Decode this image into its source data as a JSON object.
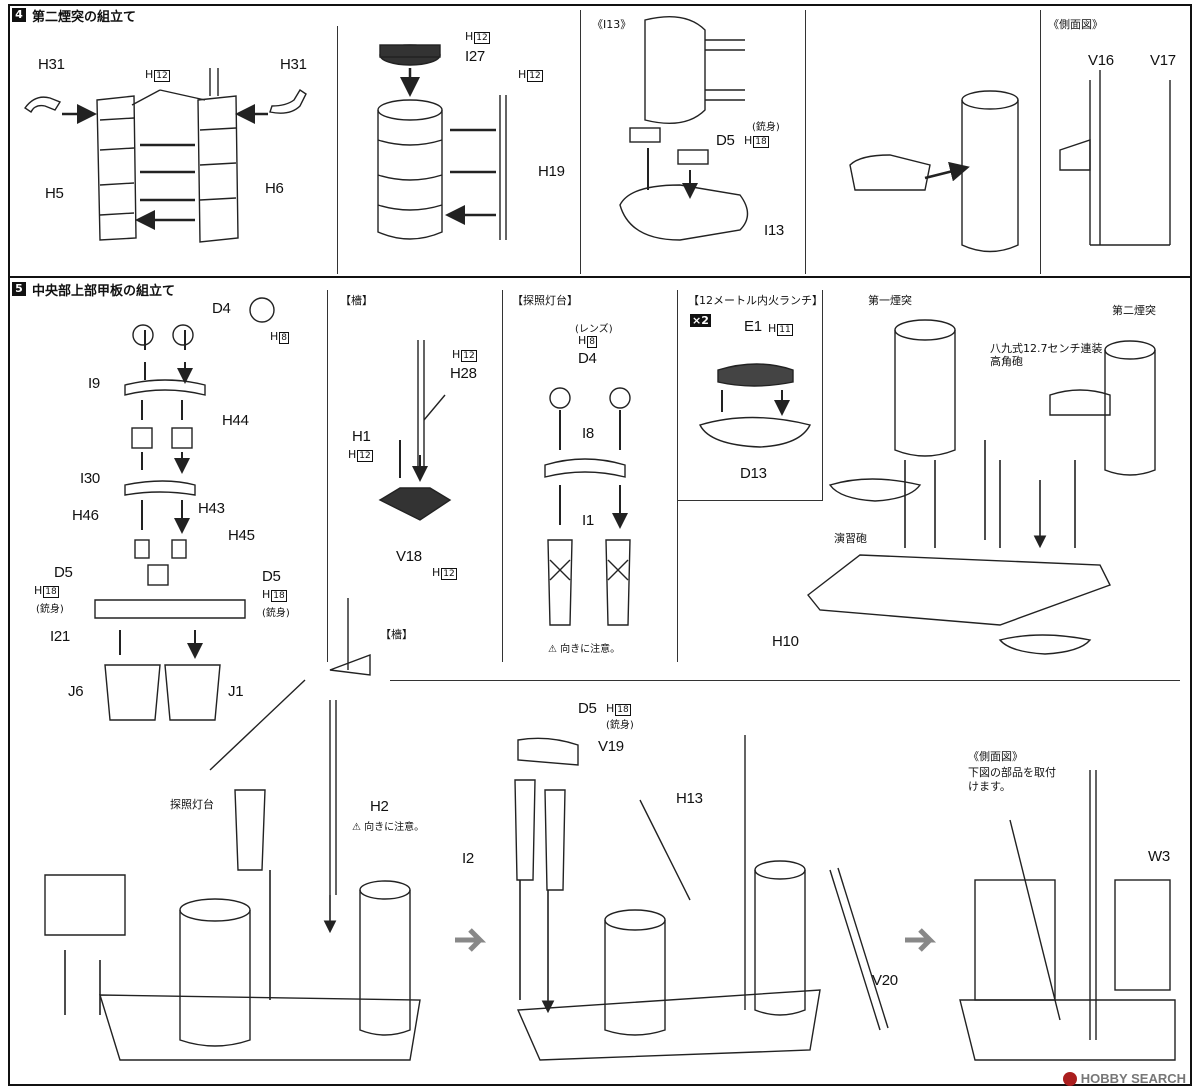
{
  "step4": {
    "number": "4",
    "title": "第二煙突の組立て",
    "labels": {
      "h31_left": "H31",
      "h31_right": "H31",
      "h12_a": "12",
      "h5": "H5",
      "h6": "H6",
      "h12_b": "12",
      "i27": "I27",
      "h12_c": "12",
      "h19": "H19",
      "i13_note": "《I13》",
      "d5": "D5",
      "gun_barrel": "(銃身)",
      "h18": "18",
      "i13": "I13",
      "side_view": "《側面図》",
      "v16": "V16",
      "v17": "V17"
    }
  },
  "step5": {
    "number": "5",
    "title": "中央部上部甲板の組立て",
    "labels": {
      "d4": "D4",
      "h8": "8",
      "i9": "I9",
      "h44": "H44",
      "i30": "I30",
      "h46": "H46",
      "h43": "H43",
      "h45": "H45",
      "d5_l": "D5",
      "d5_r": "D5",
      "h18_l": "18",
      "h18_r": "18",
      "barrel_l": "(銃身)",
      "barrel_r": "(銃身)",
      "i21": "I21",
      "j6": "J6",
      "j1": "J1",
      "mast_title": "【檣】",
      "h12_m": "12",
      "h28": "H28",
      "h1": "H1",
      "h12_h1": "12",
      "v18": "V18",
      "h12_v18": "12",
      "searchlight_title": "【探照灯台】",
      "lens": "(レンズ)",
      "h8_sl": "8",
      "d4_sl": "D4",
      "i8": "I8",
      "i1": "I1",
      "caution_sl": "向きに注意。",
      "launch_title": "【12メートル内火ランチ】",
      "x2": "×2",
      "e1": "E1",
      "h11": "11",
      "d13": "D13",
      "funnel1": "第一煙突",
      "funnel2": "第二煙突",
      "aa_gun": "八九式12.7センチ連装高角砲",
      "practice_gun": "演習砲",
      "h10": "H10",
      "mast_ref": "【檣】",
      "searchlight_ref": "探照灯台",
      "h2": "H2",
      "caution_h2": "向きに注意。",
      "d5_b": "D5",
      "h18_b": "18",
      "barrel_b": "(銃身)",
      "v19": "V19",
      "h13": "H13",
      "i2": "I2",
      "v20": "V20",
      "side_view2": "《側面図》",
      "side_note": "下図の部品を取付けます。",
      "w3": "W3"
    }
  },
  "watermark": "HOBBY SEARCH"
}
